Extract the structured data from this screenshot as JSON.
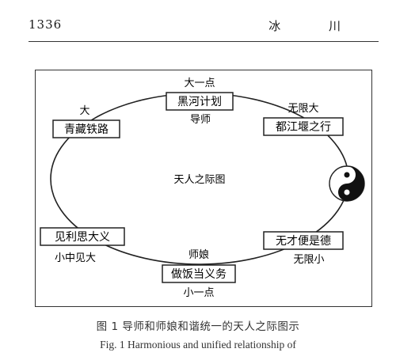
{
  "header": {
    "page_number": "1336",
    "journal_name": "冰 川"
  },
  "diagram": {
    "center_label": "天人之际图",
    "nodes": {
      "top": "黑河计划",
      "top_left": "青藏铁路",
      "top_right": "都江堰之行",
      "bottom_left": "见利思大义",
      "bottom_right": "无才便是德",
      "bottom": "做饭当义务"
    },
    "labels": {
      "top_above": "大一点",
      "top_below": "导师",
      "top_left_above": "大",
      "top_right_above": "无限大",
      "bottom_left_below": "小中见大",
      "bottom_right_below": "无限小",
      "bottom_above": "师娘",
      "bottom_below": "小一点"
    },
    "symbol": "yin-yang-icon"
  },
  "caption": {
    "chinese": "图 1 导师和师娘和谐统一的天人之际图示",
    "english": "Fig. 1 Harmonious and unified relationship of"
  }
}
